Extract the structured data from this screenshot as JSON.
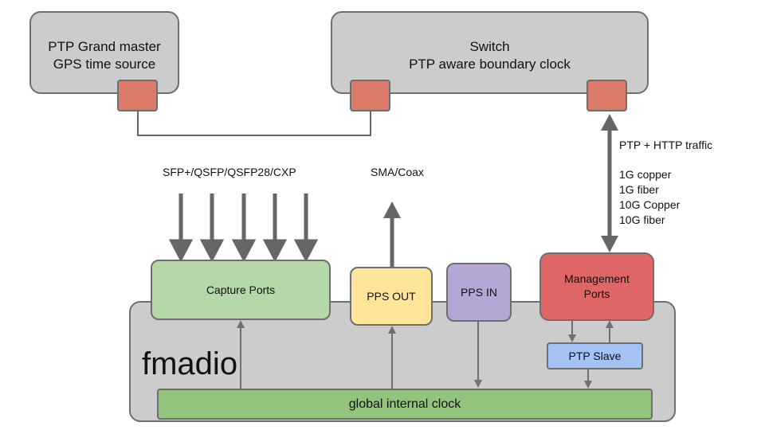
{
  "nodes": {
    "grandmaster": {
      "label": "PTP Grand master\nGPS time source",
      "fill": "#cccccc"
    },
    "switch": {
      "label": "Switch\nPTP aware boundary clock",
      "fill": "#cccccc"
    },
    "fmadio": {
      "label": "fmadio",
      "fill": "#cccccc"
    },
    "capture_ports": {
      "label": "Capture Ports",
      "fill": "#b6d7a8"
    },
    "pps_out": {
      "label": "PPS OUT",
      "fill": "#ffe599"
    },
    "pps_in": {
      "label": "PPS IN",
      "fill": "#b4a7d6"
    },
    "management_ports": {
      "label": "Management\nPorts",
      "fill": "#e06666"
    },
    "ptp_slave": {
      "label": "PTP Slave",
      "fill": "#a4c2f4"
    },
    "global_clock": {
      "label": "global internal clock",
      "fill": "#93c47d"
    }
  },
  "port_color": "#dd7b6a",
  "labels": {
    "sfp": "SFP+/QSFP/QSFP28/CXP",
    "sma": "SMA/Coax",
    "ptp_http": "PTP + HTTP traffic",
    "link_types": "1G copper\n1G fiber\n10G Copper\n10G fiber"
  }
}
